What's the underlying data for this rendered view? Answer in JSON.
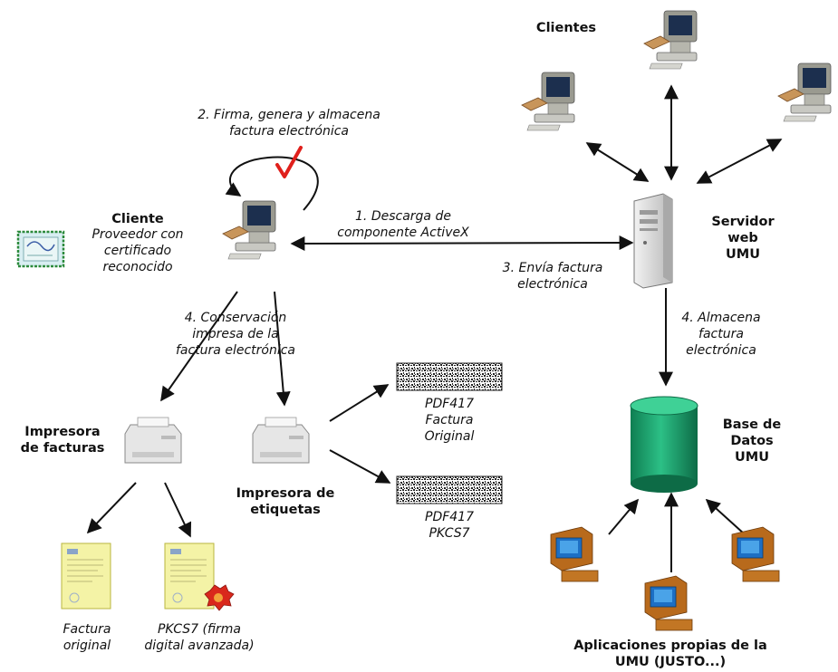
{
  "labels": {
    "clientes": [
      "Clientes"
    ],
    "step2": [
      "2. Firma, genera y almacena",
      "factura electrónica"
    ],
    "cliente_title": [
      "Cliente"
    ],
    "cliente_desc": [
      "Proveedor con",
      "certificado",
      "reconocido"
    ],
    "step1": [
      "1. Descarga de",
      "componente ActiveX"
    ],
    "servidor": [
      "Servidor",
      "web",
      "UMU"
    ],
    "step3": [
      "3. Envía factura",
      "electrónica"
    ],
    "step4_left": [
      "4. Conservación",
      "impresa de la",
      "factura electrónica"
    ],
    "step4_right": [
      "4. Almacena",
      "factura",
      "electrónica"
    ],
    "impresora_facturas": [
      "Impresora",
      "de facturas"
    ],
    "impresora_etiquetas": [
      "Impresora de",
      "etiquetas"
    ],
    "pdf_factura": [
      "PDF417",
      "Factura",
      "Original"
    ],
    "pdf_pkcs": [
      "PDF417",
      "PKCS7"
    ],
    "base_datos": [
      "Base de",
      "Datos",
      "UMU"
    ],
    "factura_original": [
      "Factura",
      "original"
    ],
    "pkcs_firma": [
      "PKCS7 (firma",
      "digital avanzada)"
    ],
    "aplicaciones": [
      "Aplicaciones propias de la",
      "UMU (JUSTO...)"
    ]
  },
  "colors": {
    "arrow": "#111111",
    "check": "#e0201c",
    "monitor": "#8f8f86",
    "screen": "#1c2f4e",
    "app_screen": "#1d6fc4",
    "app_body": "#b86a1c",
    "database": "#1aa06a",
    "paper": "#f4f3a6",
    "seal": "#d9281c"
  },
  "icons": [
    "client-computer-icon",
    "server-icon",
    "database-icon",
    "printer-icon",
    "barcode-icon",
    "invoice-document-icon",
    "certificate-card-icon",
    "wax-seal-icon",
    "checkmark-icon",
    "application-computer-icon"
  ]
}
